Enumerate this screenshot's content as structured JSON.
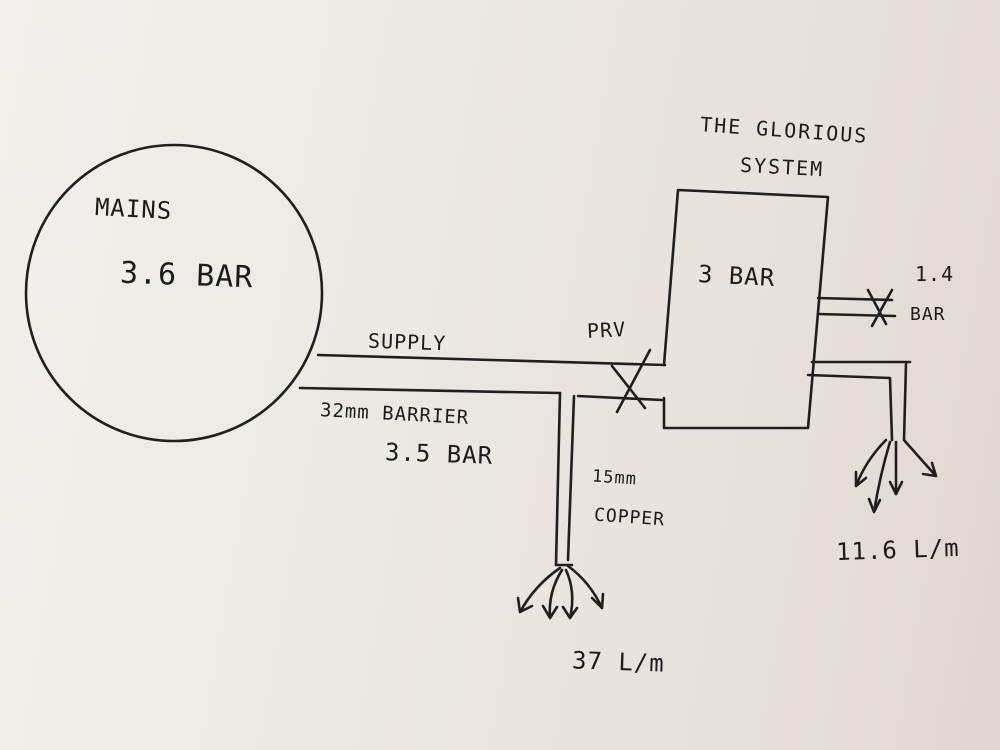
{
  "system": {
    "title_line1": "THE GLORIOUS",
    "title_line2": "SYSTEM",
    "pressure": "3 BAR"
  },
  "mains": {
    "label": "MAINS",
    "pressure": "3.6 BAR"
  },
  "supply": {
    "label": "SUPPLY",
    "pipe": "32mm BARRIER",
    "pressure": "3.5 BAR"
  },
  "prv": {
    "label": "PRV"
  },
  "branch": {
    "pipe_line1": "15mm",
    "pipe_line2": "COPPER",
    "flow": "37 L/m"
  },
  "outlet_top": {
    "pressure_line1": "1.4",
    "pressure_line2": "BAR"
  },
  "outlet_bottom": {
    "flow": "11.6 L/m"
  }
}
